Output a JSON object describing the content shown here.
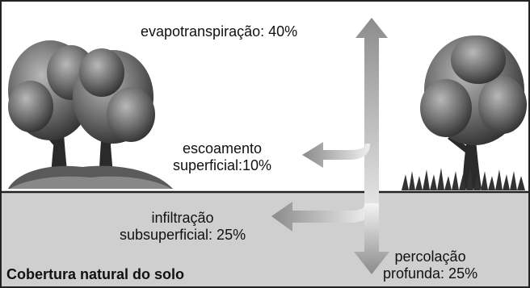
{
  "labels": {
    "evapotranspiration": "evapotranspiração: 40%",
    "runoff_line1": "escoamento",
    "runoff_line2": "superficial:10%",
    "infiltration_line1": "infiltração",
    "infiltration_line2": "subsuperficial: 25%",
    "percolation_line1": "percolação",
    "percolation_line2": "profunda: 25%"
  },
  "caption": "Cobertura natural do solo",
  "colors": {
    "soil": "#cfcfcf",
    "ground_line": "#222222",
    "arrow_light": "#f4f4f4",
    "arrow_dark": "#8a8a8a",
    "foliage_dark": "#3a3a3a",
    "foliage_mid": "#7a7a7a",
    "foliage_light": "#b5b5b5"
  }
}
